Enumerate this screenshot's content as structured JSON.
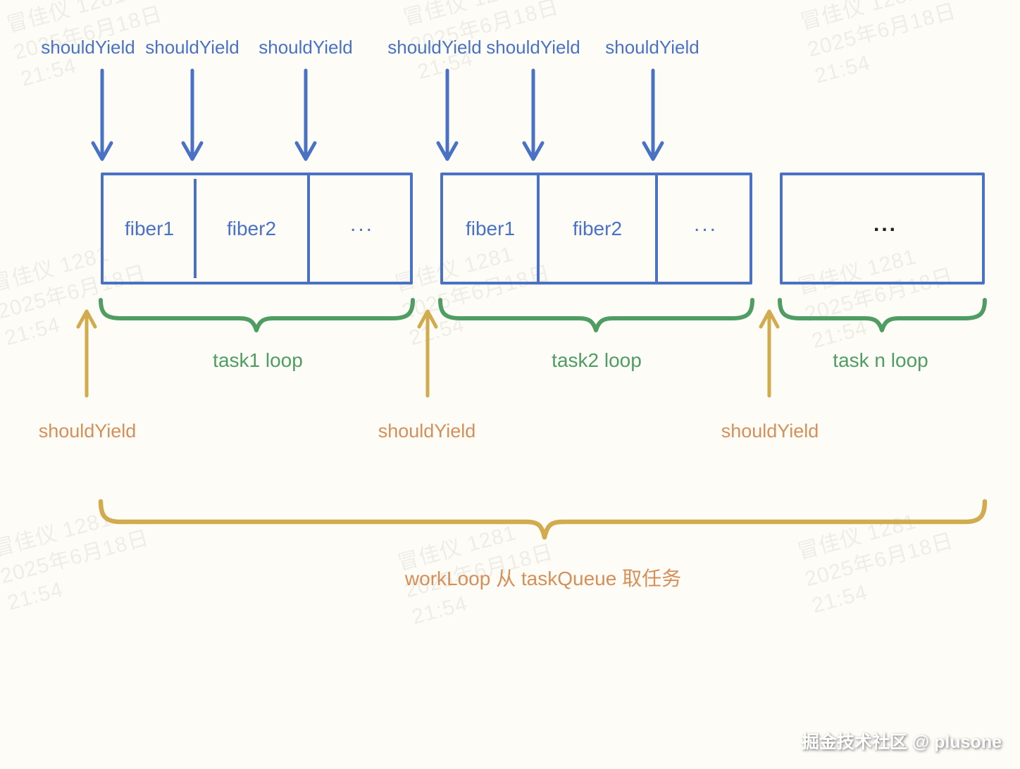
{
  "colors": {
    "blue": "#4a72c4",
    "green": "#4f9d62",
    "gold": "#d2ab4f",
    "orange": "#d78f58",
    "ink": "#1f1f1f",
    "background": "#fdfcf7"
  },
  "watermark": {
    "line1": "冒佳仪 1281",
    "line2": "2025年6月18日",
    "line3": "21:54"
  },
  "top_yield_labels": [
    "shouldYield",
    "shouldYield",
    "shouldYield",
    "shouldYield",
    "shouldYield",
    "shouldYield"
  ],
  "groups": [
    {
      "cells": [
        "fiber1",
        "fiber2",
        "..."
      ],
      "loop_label": "task1 loop"
    },
    {
      "cells": [
        "fiber1",
        "fiber2",
        "..."
      ],
      "loop_label": "task2 loop"
    },
    {
      "cells": [
        "..."
      ],
      "loop_label": "task n loop"
    }
  ],
  "bottom_yield_labels": [
    "shouldYield",
    "shouldYield",
    "shouldYield"
  ],
  "workloop_label": "workLoop 从 taskQueue 取任务",
  "signature": "掘金技术社区 @ plusone"
}
